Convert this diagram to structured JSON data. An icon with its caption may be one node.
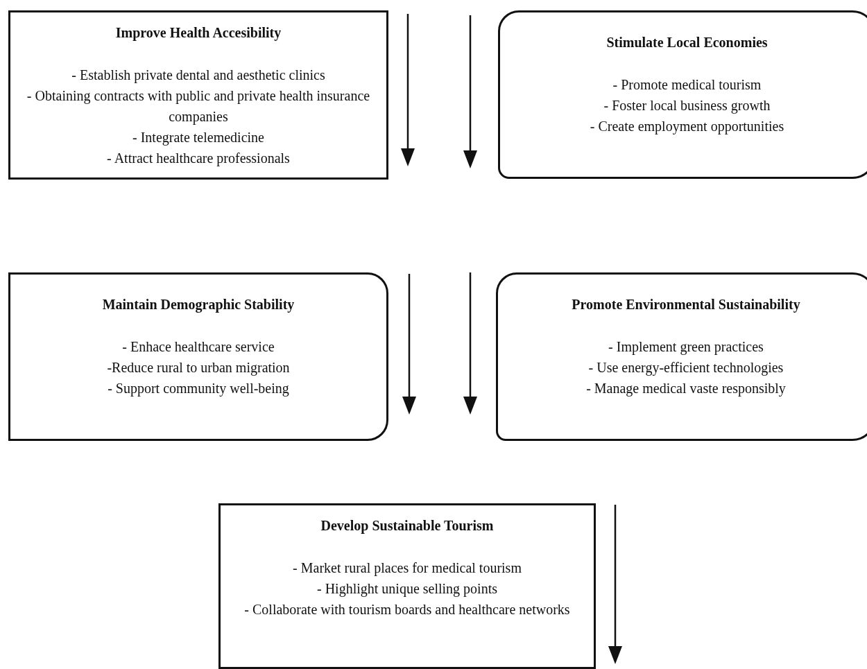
{
  "diagram": {
    "nodes": [
      {
        "text": [
          "Improve Health Accesibility",
          "- Establish private dental and aesthetic clinics",
          "- Obtaining contracts with public and private health insurance companies",
          "- Integrate telemedicine",
          "- Attract healthcare professionals"
        ]
      },
      {
        "text": [
          "Stimulate Local Economies",
          "- Promote medical tourism",
          "- Foster local business growth",
          "- Create employment opportunities"
        ]
      },
      {
        "text": [
          "Maintain Demographic Stability",
          "- Enhace healthcare service",
          "-Reduce rural to urban migration",
          "- Support community well-being"
        ]
      },
      {
        "text": [
          "Promote Environmental Sustainability",
          "- Implement green practices",
          "- Use energy-efficient technologies",
          "- Manage medical vaste responsibly"
        ]
      },
      {
        "text": [
          "Develop Sustainable Tourism",
          "- Market rural places for medical tourism",
          "- Highlight unique selling points",
          "- Collaborate with tourism boards and healthcare networks"
        ]
      }
    ]
  }
}
